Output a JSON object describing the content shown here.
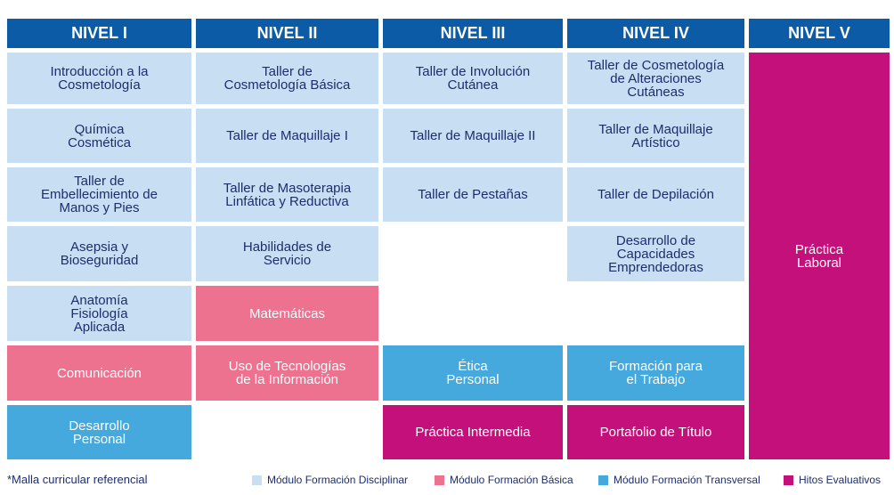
{
  "headers": [
    "NIVEL I",
    "NIVEL II",
    "NIVEL III",
    "NIVEL IV",
    "NIVEL V"
  ],
  "cells": {
    "n1": [
      "Introducción a la\nCosmetología",
      "Química\nCosmética",
      "Taller de\nEmbellecimiento de\nManos y Pies",
      "Asepsia y\nBioseguridad",
      "Anatomía\nFisiología\nAplicada",
      "Comunicación",
      "Desarrollo\nPersonal"
    ],
    "n2": [
      "Taller de\nCosmetología Básica",
      "Taller de Maquillaje I",
      "Taller de Masoterapia\nLinfática y Reductiva",
      "Habilidades de\nServicio",
      "Matemáticas",
      "Uso de Tecnologías\nde la Información"
    ],
    "n3": [
      "Taller de Involución\nCutánea",
      "Taller de Maquillaje II",
      "Taller de Pestañas",
      "Ética\nPersonal",
      "Práctica Intermedia"
    ],
    "n4": [
      "Taller de Cosmetología\nde Alteraciones\nCutáneas",
      "Taller de Maquillaje\nArtístico",
      "Taller de Depilación",
      "Desarrollo de\nCapacidades\nEmprendedoras",
      "Formación para\nel Trabajo",
      "Portafolio de Título"
    ],
    "n5": [
      "Práctica\nLaboral"
    ]
  },
  "legend": {
    "note": "*Malla curricular referencial",
    "items": [
      {
        "label": "Módulo Formación Disciplinar",
        "color": "#c8def3"
      },
      {
        "label": "Módulo Formación Básica",
        "color": "#ec7290"
      },
      {
        "label": "Módulo Formación Transversal",
        "color": "#45a9dd"
      },
      {
        "label": "Hitos Evaluativos",
        "color": "#c4107a"
      }
    ]
  }
}
